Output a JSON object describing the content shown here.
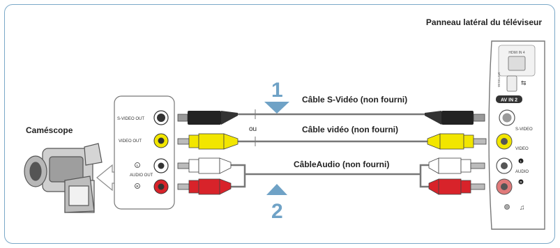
{
  "title": "Panneau latéral du téléviseur",
  "camcorder_label": "Caméscope",
  "or_label": "ou",
  "cables": {
    "svideo": "Câble S-Vidéo (non fourni)",
    "video": "Câble vidéo (non fourni)",
    "audio": "CâbleAudio (non fourni)"
  },
  "steps": {
    "step1": "1",
    "step2": "2"
  },
  "camcorder_panel": {
    "svideo_out": "S-VIDEO OUT",
    "video_out": "VIDEO OUT",
    "audio_out": "AUDIO OUT",
    "l": "L",
    "r": "R"
  },
  "tv_panel": {
    "hdmi": "HDMI IN 4",
    "wiselink": "WISELINK",
    "av_in": "AV IN 2",
    "svideo": "S-VIDEO",
    "video": "VIDEO",
    "audio": "AUDIO",
    "l": "L",
    "r": "R"
  },
  "colors": {
    "frame": "#7aa8c8",
    "arrow": "#6fa2c6",
    "cable": "#777777",
    "yellow": "#f2e600",
    "red": "#d8232a",
    "white": "#ffffff"
  }
}
